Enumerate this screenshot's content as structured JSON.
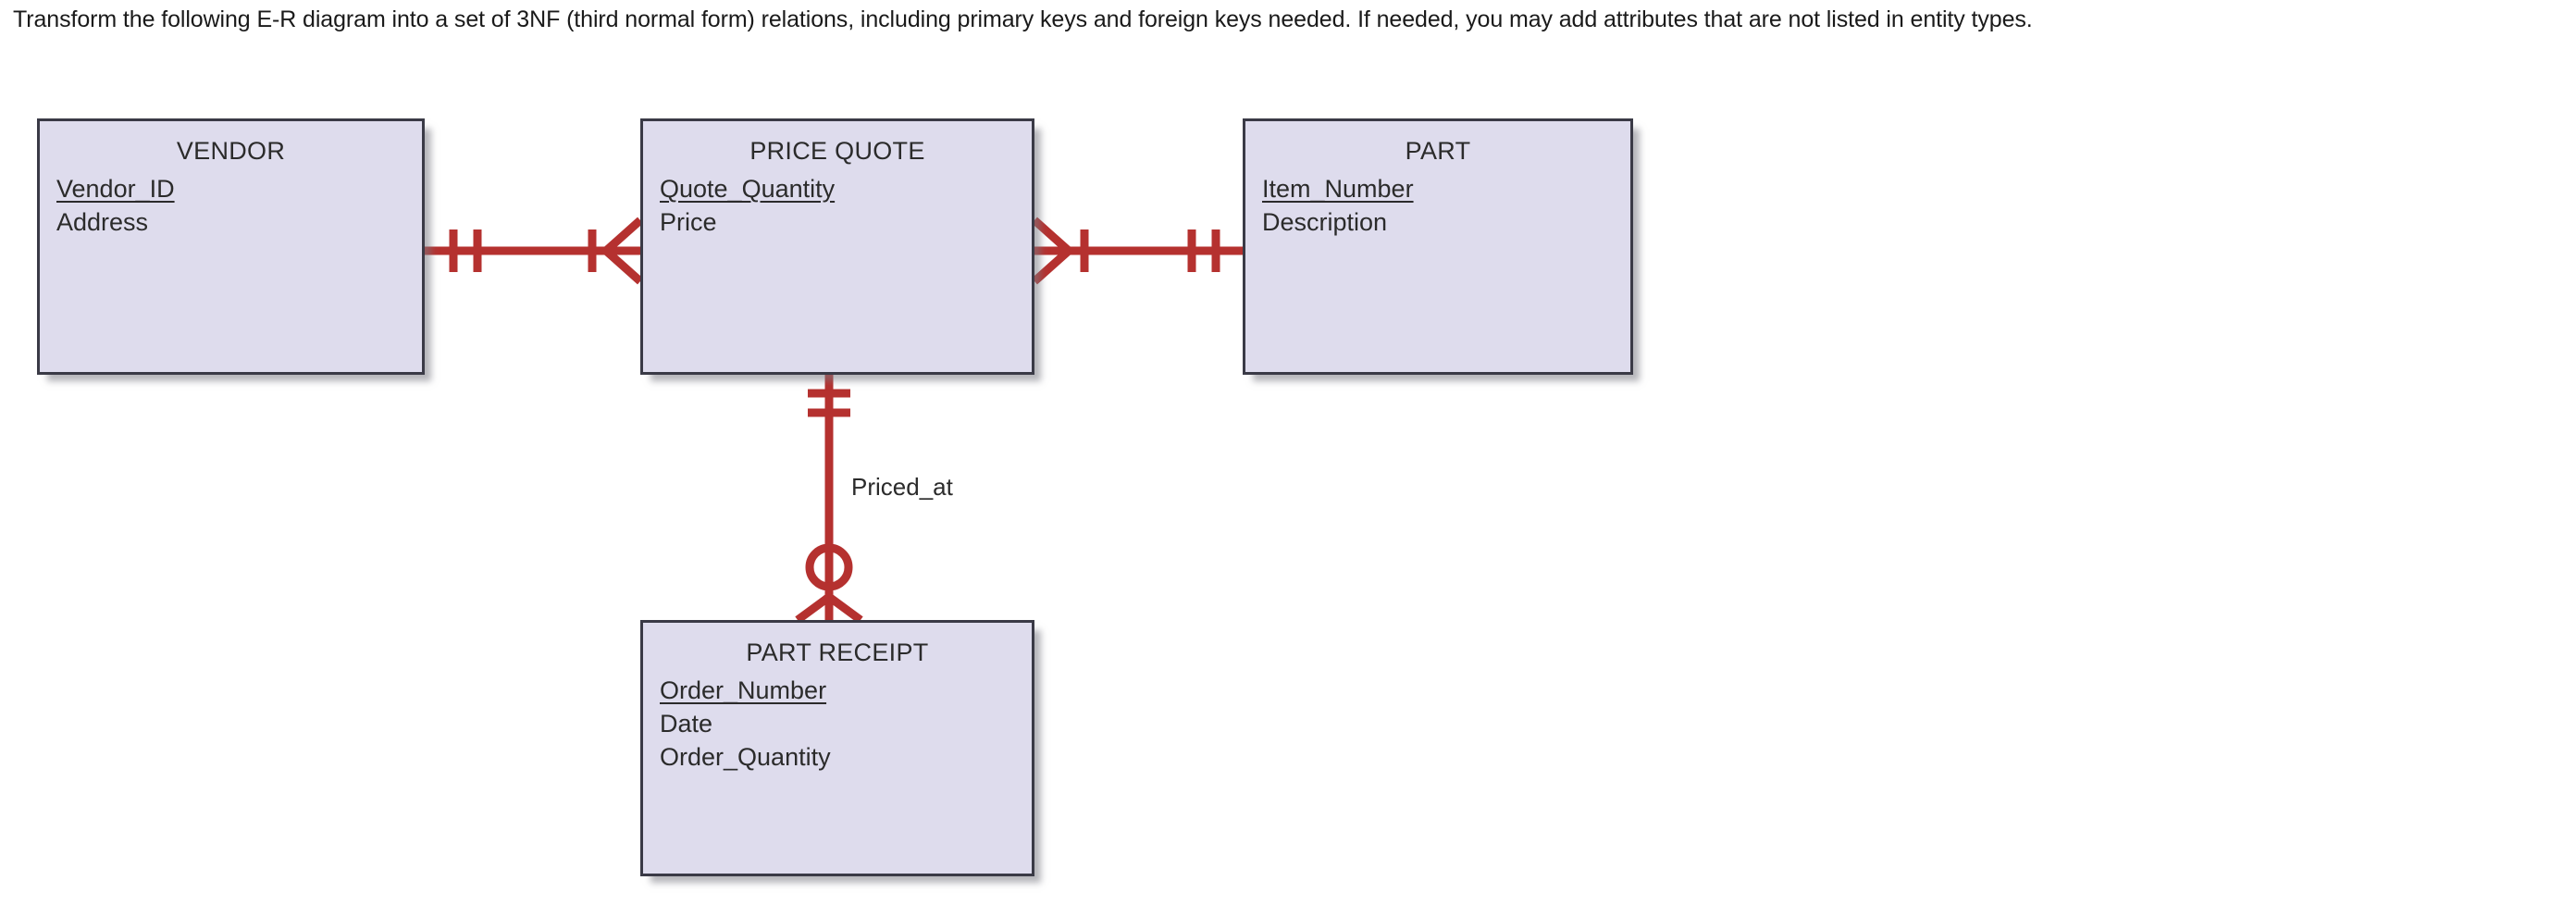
{
  "prompt": {
    "text": "Transform the following E-R diagram into a set of 3NF (third normal form) relations, including primary keys and foreign keys needed. If needed, you may add attributes that are not listed in entity types."
  },
  "diagram": {
    "type": "er-diagram",
    "notation": "crows-foot",
    "colors": {
      "entity_fill": "#dedced",
      "entity_border": "#3a3a46",
      "connector": "#b5312f",
      "text": "#2b2b2b"
    },
    "entities": [
      {
        "id": "vendor",
        "name": "VENDOR",
        "attributes": [
          {
            "label": "Vendor_ID",
            "primary_key": true
          },
          {
            "label": "Address",
            "primary_key": false
          }
        ]
      },
      {
        "id": "price_quote",
        "name": "PRICE QUOTE",
        "attributes": [
          {
            "label": "Quote_Quantity",
            "primary_key": true
          },
          {
            "label": "Price",
            "primary_key": false
          }
        ]
      },
      {
        "id": "part",
        "name": "PART",
        "attributes": [
          {
            "label": "Item_Number",
            "primary_key": true
          },
          {
            "label": "Description",
            "primary_key": false
          }
        ]
      },
      {
        "id": "part_receipt",
        "name": "PART RECEIPT",
        "attributes": [
          {
            "label": "Order_Number",
            "primary_key": true
          },
          {
            "label": "Date",
            "primary_key": false
          },
          {
            "label": "Order_Quantity",
            "primary_key": false
          }
        ]
      }
    ],
    "relationships": [
      {
        "id": "vendor-price_quote",
        "label": "",
        "from": "vendor",
        "to": "price_quote",
        "from_cardinality": "exactly-one",
        "to_cardinality": "one-or-many"
      },
      {
        "id": "price_quote-part",
        "label": "",
        "from": "price_quote",
        "to": "part",
        "from_cardinality": "one-or-many",
        "to_cardinality": "exactly-one"
      },
      {
        "id": "price_quote-part_receipt",
        "label": "Priced_at",
        "from": "price_quote",
        "to": "part_receipt",
        "from_cardinality": "exactly-one",
        "to_cardinality": "zero-or-many"
      }
    ]
  }
}
